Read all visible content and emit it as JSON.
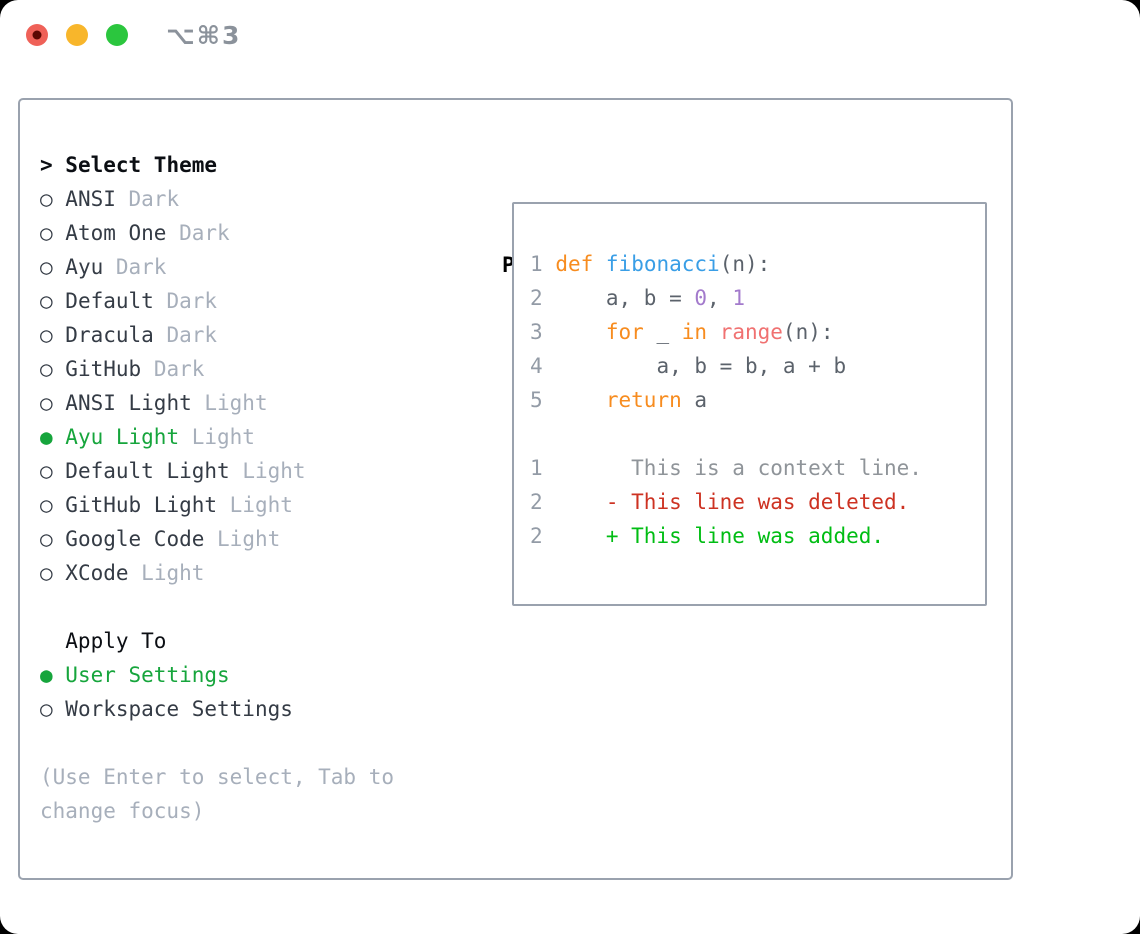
{
  "window": {
    "title": "⌥⌘3",
    "traffic_lights": [
      {
        "name": "close",
        "color": "#ef6158",
        "inner_dot": "#5c0802"
      },
      {
        "name": "minimize",
        "color": "#f8b62b",
        "inner_dot": null
      },
      {
        "name": "zoom",
        "color": "#2bc63e",
        "inner_dot": null
      }
    ]
  },
  "menu": {
    "header": {
      "prefix": "> ",
      "label": "Select Theme"
    },
    "bullet_selected": "●",
    "bullet_unselected": "○",
    "themes": [
      {
        "name": "ANSI",
        "tag": "Dark",
        "selected": false
      },
      {
        "name": "Atom One",
        "tag": "Dark",
        "selected": false
      },
      {
        "name": "Ayu",
        "tag": "Dark",
        "selected": false
      },
      {
        "name": "Default",
        "tag": "Dark",
        "selected": false
      },
      {
        "name": "Dracula",
        "tag": "Dark",
        "selected": false
      },
      {
        "name": "GitHub",
        "tag": "Dark",
        "selected": false
      },
      {
        "name": "ANSI Light",
        "tag": "Light",
        "selected": false
      },
      {
        "name": "Ayu Light",
        "tag": "Light",
        "selected": true
      },
      {
        "name": "Default Light",
        "tag": "Light",
        "selected": false
      },
      {
        "name": "GitHub Light",
        "tag": "Light",
        "selected": false
      },
      {
        "name": "Google Code",
        "tag": "Light",
        "selected": false
      },
      {
        "name": "XCode",
        "tag": "Light",
        "selected": false
      }
    ],
    "apply_to": {
      "label": "Apply To",
      "options": [
        {
          "label": "User Settings",
          "selected": true
        },
        {
          "label": "Workspace Settings",
          "selected": false
        }
      ]
    },
    "hint_lines": [
      "(Use Enter to select, Tab to",
      "change focus)"
    ]
  },
  "preview": {
    "title": "Preview",
    "lines": [
      {
        "segments": [
          {
            "t": "1",
            "c": "ln"
          },
          {
            "t": " ",
            "c": "plain"
          },
          {
            "t": "def",
            "c": "kw"
          },
          {
            "t": " ",
            "c": "plain"
          },
          {
            "t": "fibonacci",
            "c": "fn"
          },
          {
            "t": "(n):",
            "c": "plain"
          }
        ]
      },
      {
        "segments": [
          {
            "t": "2",
            "c": "ln"
          },
          {
            "t": "     a, b = ",
            "c": "plain"
          },
          {
            "t": "0",
            "c": "num"
          },
          {
            "t": ", ",
            "c": "plain"
          },
          {
            "t": "1",
            "c": "num"
          }
        ]
      },
      {
        "segments": [
          {
            "t": "3",
            "c": "ln"
          },
          {
            "t": "     ",
            "c": "plain"
          },
          {
            "t": "for",
            "c": "kw"
          },
          {
            "t": " _ ",
            "c": "plain"
          },
          {
            "t": "in",
            "c": "kw"
          },
          {
            "t": " ",
            "c": "plain"
          },
          {
            "t": "range",
            "c": "coral"
          },
          {
            "t": "(n):",
            "c": "plain"
          }
        ]
      },
      {
        "segments": [
          {
            "t": "4",
            "c": "ln"
          },
          {
            "t": "         a, b = b, a + b",
            "c": "plain"
          }
        ]
      },
      {
        "segments": [
          {
            "t": "5",
            "c": "ln"
          },
          {
            "t": "     ",
            "c": "plain"
          },
          {
            "t": "return",
            "c": "kw"
          },
          {
            "t": " a",
            "c": "plain"
          }
        ]
      },
      {
        "segments": []
      },
      {
        "segments": [
          {
            "t": "1",
            "c": "ln"
          },
          {
            "t": "       This is a context line.",
            "c": "ctx"
          }
        ]
      },
      {
        "segments": [
          {
            "t": "2",
            "c": "ln"
          },
          {
            "t": "     ",
            "c": "plain"
          },
          {
            "t": "- This line was deleted.",
            "c": "del"
          }
        ]
      },
      {
        "segments": [
          {
            "t": "2",
            "c": "ln"
          },
          {
            "t": "     ",
            "c": "plain"
          },
          {
            "t": "+ This line was added.",
            "c": "add"
          }
        ]
      }
    ]
  },
  "colors": {
    "header_text": "#0b0e13",
    "item_text": "#343b45",
    "item_tag": "#a7afbb",
    "selected_green": "#16a53c",
    "hint_text": "#a7afbb",
    "panel_border": "#9aa2ae",
    "title_text": "#8b929b",
    "ln": "#939ba6",
    "plain": "#5b626b",
    "kw": "#f78c1f",
    "fn": "#399ee6",
    "num": "#a37acc",
    "coral": "#f07171",
    "ctx": "#8f9499",
    "del": "#cd3222",
    "add": "#00bd13"
  }
}
